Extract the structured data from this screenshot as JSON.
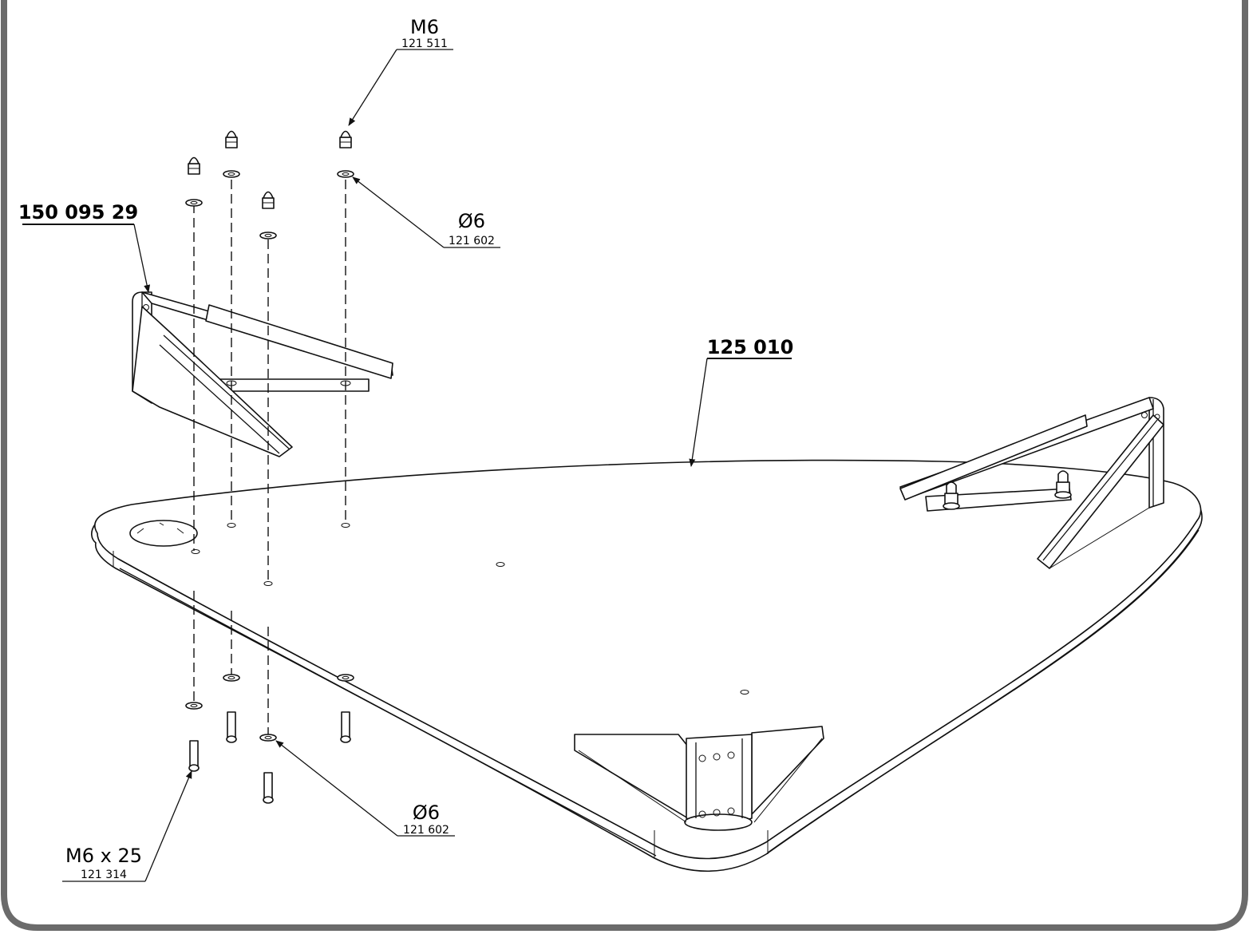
{
  "frame": {
    "border_color": "#6b6b6b"
  },
  "callouts": {
    "acorn_nut": {
      "size": "M6",
      "ref": "121 511"
    },
    "washer_top": {
      "size": "Ø6",
      "ref": "121 602"
    },
    "washer_bottom": {
      "size": "Ø6",
      "ref": "121 602"
    },
    "bolt": {
      "size": "M6 x 25",
      "ref": "121 314"
    },
    "bracket": {
      "ref": "150 095 29"
    },
    "plate": {
      "ref": "125 010"
    }
  }
}
